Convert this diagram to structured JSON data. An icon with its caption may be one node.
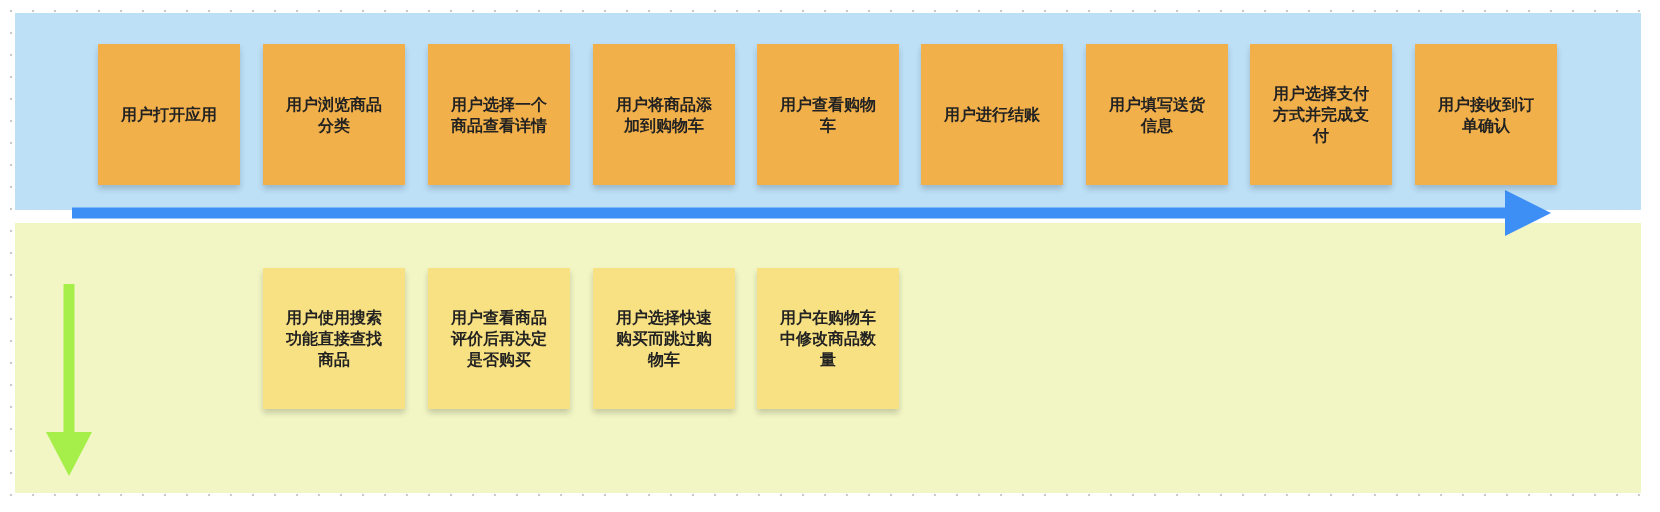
{
  "diagram": {
    "nodes": [
      {
        "text": [
          "用户打开应用"
        ]
      },
      {
        "text": [
          "用户浏览商品分类"
        ]
      },
      {
        "text": [
          "用户选择一个商品查看详情"
        ]
      },
      {
        "text": [
          "用户将商品添加到购物车"
        ]
      },
      {
        "text": [
          "用户查看购物车"
        ]
      },
      {
        "text": [
          "用户进行结账"
        ]
      },
      {
        "text": [
          "用户填写送货信息"
        ]
      },
      {
        "text": [
          "用户选择支付方式并完成支付"
        ]
      },
      {
        "text": [
          "用户接收到订单确认"
        ]
      },
      {
        "text": [
          "用户使用搜索功能直接查找商品"
        ]
      },
      {
        "text": [
          "用户查看商品评价后再决定是否购买"
        ]
      },
      {
        "text": [
          "用户选择快速购买而跳过购物车"
        ]
      },
      {
        "text": [
          "用户在购物车中修改商品数量"
        ]
      }
    ]
  }
}
